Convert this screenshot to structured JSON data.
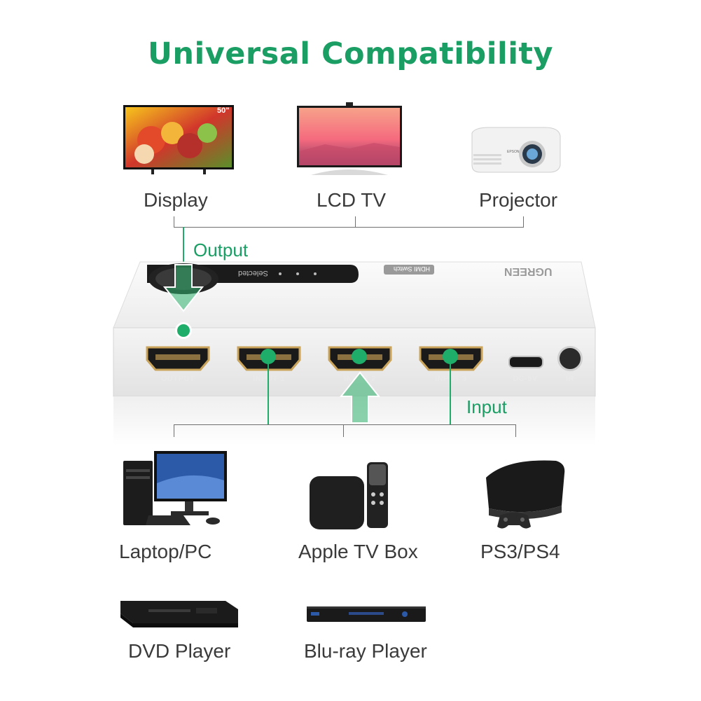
{
  "title": "Universal Compatibility",
  "output_devices": [
    {
      "label": "Display",
      "icon": "display-icon"
    },
    {
      "label": "LCD TV",
      "icon": "lcd-tv-icon"
    },
    {
      "label": "Projector",
      "icon": "projector-icon"
    }
  ],
  "output_label": "Output",
  "input_label": "Input",
  "switch": {
    "brand": "UGREEN",
    "model": "HDMI Switch",
    "selected_text": "Selected",
    "ports": [
      "OUTPUT",
      "INPUT 1",
      "INPUT 2",
      "INPUT 3",
      "DC-5V",
      "IR"
    ]
  },
  "input_devices": [
    {
      "label": "Laptop/PC",
      "icon": "laptop-pc-icon"
    },
    {
      "label": "Apple TV Box",
      "icon": "apple-tv-icon"
    },
    {
      "label": "PS3/PS4",
      "icon": "playstation-icon"
    },
    {
      "label": "DVD Player",
      "icon": "dvd-player-icon"
    },
    {
      "label": "Blu-ray Player",
      "icon": "bluray-player-icon"
    }
  ],
  "display_size_badge": "50\"",
  "colors": {
    "accent": "#1a9e64",
    "text": "#3a3a3a",
    "line": "#6f6f6f"
  }
}
